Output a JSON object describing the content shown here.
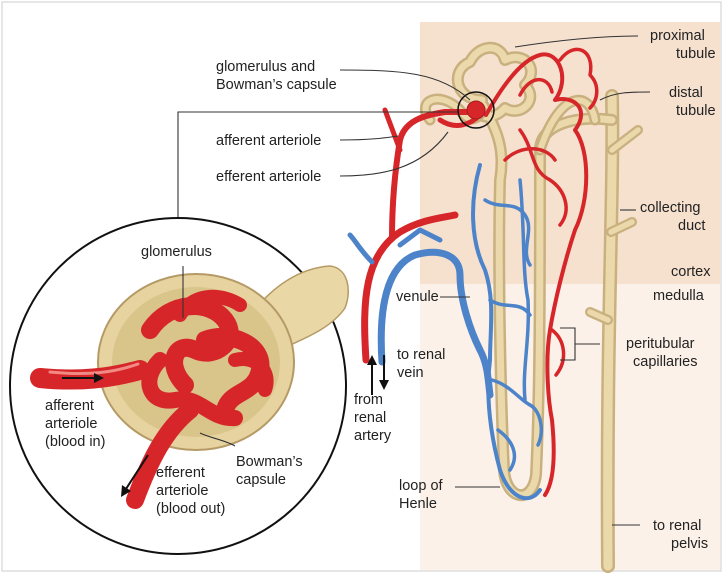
{
  "labels": {
    "proximal_tubule": [
      "proximal",
      "tubule"
    ],
    "distal_tubule": [
      "distal",
      "tubule"
    ],
    "collecting_duct": [
      "collecting",
      "duct"
    ],
    "cortex": "cortex",
    "medulla": "medulla",
    "peritubular_capillaries": [
      "peritubular",
      "capillaries"
    ],
    "to_renal_pelvis": [
      "to renal",
      "pelvis"
    ],
    "glomerulus_and_capsule": [
      "glomerulus and",
      "Bowman’s capsule"
    ],
    "afferent_arteriole": "afferent arteriole",
    "efferent_arteriole": "efferent arteriole",
    "venule": "venule",
    "to_renal_vein": [
      "to renal",
      "vein"
    ],
    "from_renal_artery": [
      "from",
      "renal",
      "artery"
    ],
    "loop_of_henle": [
      "loop of",
      "Henle"
    ],
    "glomerulus": "glomerulus",
    "afferent_blood_in": [
      "afferent",
      "arteriole",
      "(blood in)"
    ],
    "efferent_blood_out": [
      "efferent",
      "arteriole",
      "(blood out)"
    ],
    "bowmans_capsule": [
      "Bowman’s",
      "capsule"
    ]
  },
  "colors": {
    "cortex_bg": "#f6e1cf",
    "medulla_bg": "#fbf1e8",
    "tubule": "#e6d3a3",
    "artery": "#d6262a",
    "vein": "#4d83c9"
  }
}
